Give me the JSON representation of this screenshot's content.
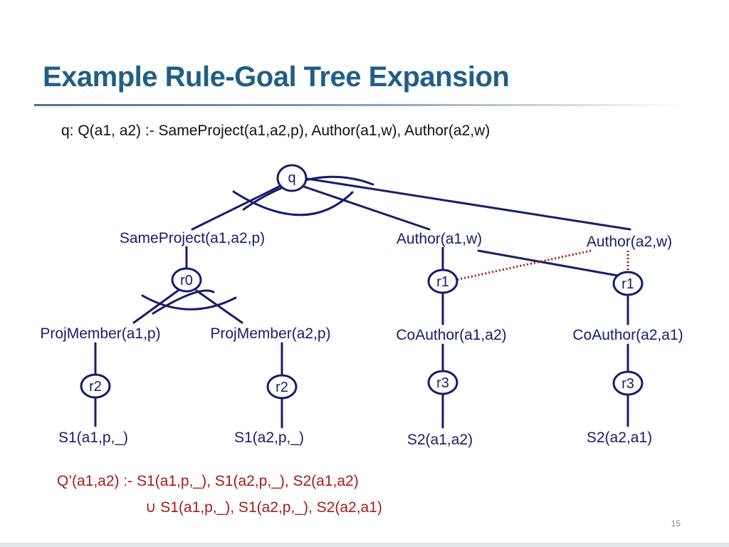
{
  "slide": {
    "title": "Example Rule-Goal Tree Expansion",
    "query": "q: Q(a1, a2) :- SameProject(a1,a2,p), Author(a1,w), Author(a2,w)",
    "result_line1": "Q’(a1,a2) :- S1(a1,p,_), S1(a2,p,_), S2(a1,a2)",
    "result_line2": "∪ S1(a1,p,_), S1(a2,p,_), S2(a2,a1)",
    "page_number": "15"
  },
  "tree": {
    "root": "q",
    "goals": {
      "sameproject": "SameProject(a1,a2,p)",
      "author_a1": "Author(a1,w)",
      "author_a2": "Author(a2,w)",
      "projmember_a1": "ProjMember(a1,p)",
      "projmember_a2": "ProjMember(a2,p)",
      "coauthor_a1a2": "CoAuthor(a1,a2)",
      "coauthor_a2a1": "CoAuthor(a2,a1)",
      "source_s1_a1": "S1(a1,p,_)",
      "source_s1_a2": "S1(a2,p,_)",
      "source_s2_a1a2": "S2(a1,a2)",
      "source_s2_a2a1": "S2(a2,a1)"
    },
    "rules": {
      "r0": "r0",
      "r1_left": "r1",
      "r1_right": "r1",
      "r2_left": "r2",
      "r2_right": "r2",
      "r3_left": "r3",
      "r3_right": "r3"
    }
  },
  "colors": {
    "title": "#1f5f86",
    "tree_line": "#1a1c6b",
    "result_text": "#a51a1a",
    "dotted_link": "#a51a1a"
  }
}
